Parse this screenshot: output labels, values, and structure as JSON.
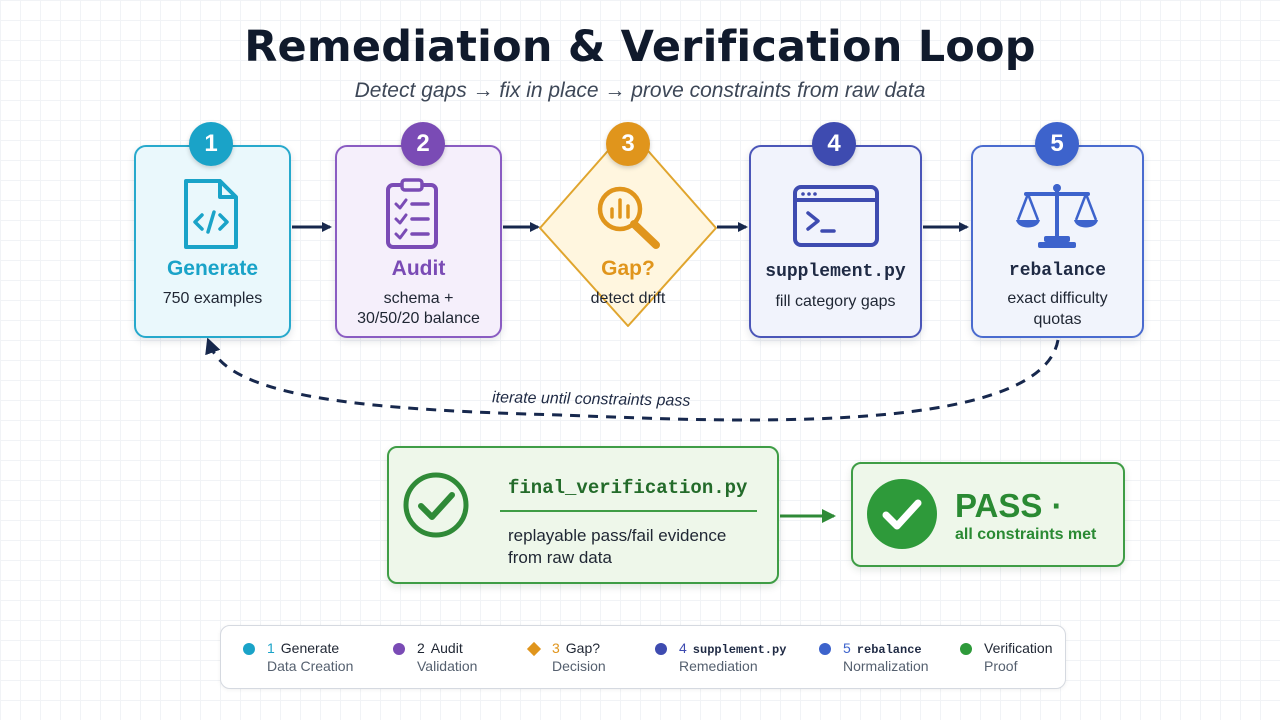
{
  "header": {
    "title": "Remediation & Verification Loop",
    "subtitle": "Detect gaps → fix in place → prove constraints from raw data"
  },
  "steps": [
    {
      "number": "1",
      "title": "Generate",
      "desc": "750 examples",
      "color": "#1aa3c8"
    },
    {
      "number": "2",
      "title": "Audit",
      "desc1": "schema +",
      "desc2": "30/50/20 balance",
      "color": "#7a4bb5"
    },
    {
      "number": "3",
      "title": "Gap?",
      "desc": "detect drift",
      "color": "#e0951c"
    },
    {
      "number": "4",
      "title": "supplement.py",
      "desc": "fill category gaps",
      "color": "#3e4bb0"
    },
    {
      "number": "5",
      "title": "rebalance",
      "desc1": "exact difficulty",
      "desc2": "quotas",
      "color": "#3d63cc"
    }
  ],
  "loop": {
    "label": "iterate until constraints pass"
  },
  "verification": {
    "title": "final_verification.py",
    "desc1": "replayable pass/fail evidence",
    "desc2": "from raw data"
  },
  "result": {
    "big": "PASS ·",
    "small": "all constraints met"
  },
  "legend": [
    {
      "num": "1",
      "label": "Generate",
      "sub": "Data Creation",
      "color": "#1aa3c8",
      "shape": "circle"
    },
    {
      "num": "2",
      "label": "Audit",
      "sub": "Validation",
      "color": "#7a4bb5",
      "shape": "circle"
    },
    {
      "num": "3",
      "label": "Gap?",
      "sub": "Decision",
      "color": "#e0951c",
      "shape": "diamond"
    },
    {
      "num": "4",
      "label": "supplement.py",
      "sub": "Remediation",
      "color": "#3e4bb0",
      "shape": "circle"
    },
    {
      "num": "5",
      "label": "rebalance",
      "sub": "Normalization",
      "color": "#3d63cc",
      "shape": "circle"
    },
    {
      "num": "",
      "label": "Verification",
      "sub": "Proof",
      "color": "#2e9a3a",
      "shape": "circle"
    }
  ]
}
